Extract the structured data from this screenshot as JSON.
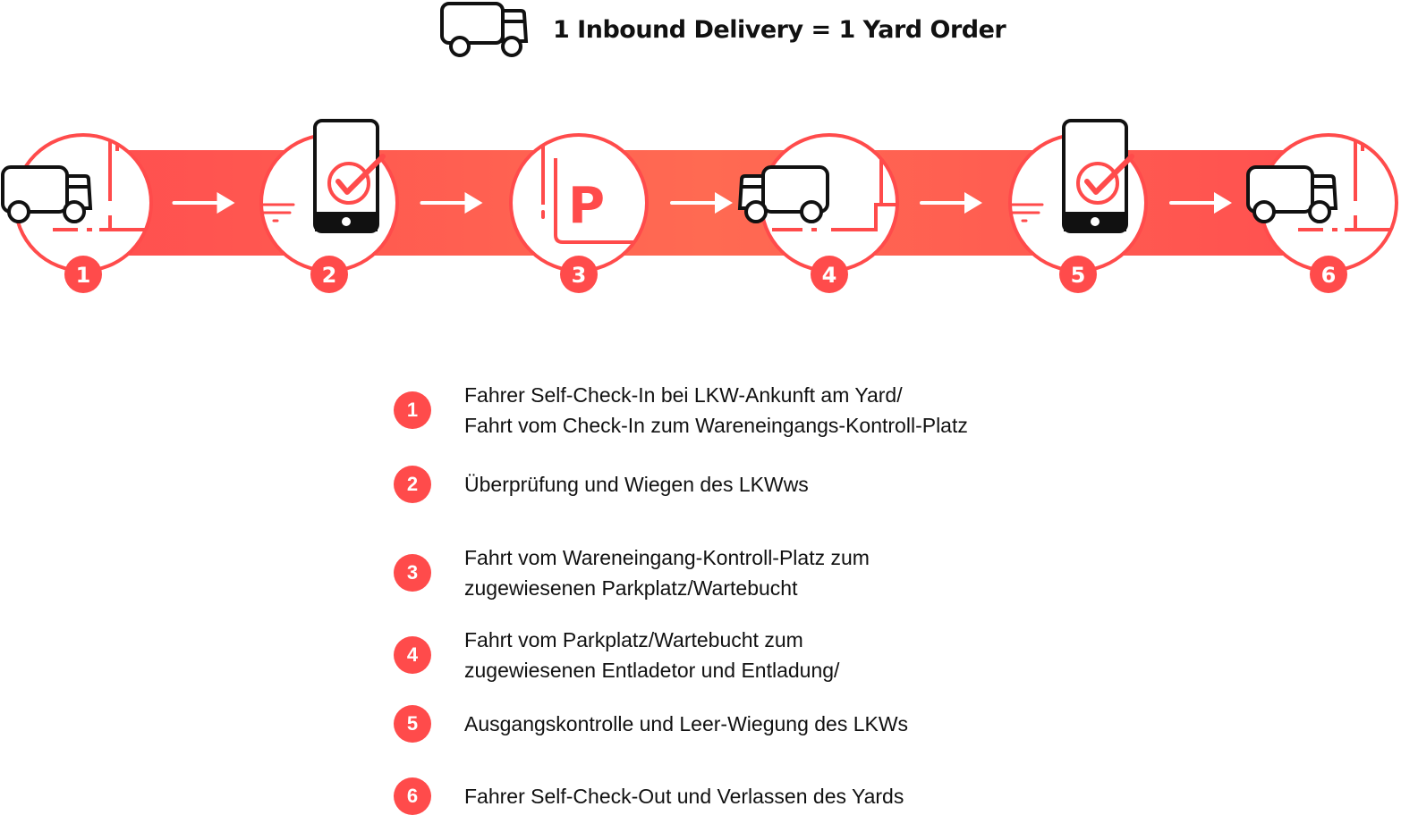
{
  "header": {
    "icon": "truck-icon",
    "title": "1 Inbound Delivery = 1 Yard Order"
  },
  "colors": {
    "accent": "#ff4b4b",
    "band_start": "#ff4f4f",
    "band_end": "#ff6a52",
    "icon_stroke": "#111111"
  },
  "steps": [
    {
      "number": "1",
      "icon": "truck-arriving-icon"
    },
    {
      "number": "2",
      "icon": "phone-check-icon"
    },
    {
      "number": "3",
      "icon": "parking-icon"
    },
    {
      "number": "4",
      "icon": "truck-unloading-icon"
    },
    {
      "number": "5",
      "icon": "phone-check-icon"
    },
    {
      "number": "6",
      "icon": "truck-leaving-icon"
    }
  ],
  "legend": [
    {
      "number": "1",
      "lines": [
        "Fahrer Self-Check-In bei LKW-Ankunft am Yard/",
        "Fahrt vom Check-In zum Wareneingangs-Kontroll-Platz"
      ]
    },
    {
      "number": "2",
      "lines": [
        "Überprüfung und Wiegen des LKWws"
      ]
    },
    {
      "number": "3",
      "lines": [
        "Fahrt vom Wareneingang-Kontroll-Platz zum",
        "zugewiesenen Parkplatz/Wartebucht"
      ]
    },
    {
      "number": "4",
      "lines": [
        "Fahrt vom Parkplatz/Wartebucht zum",
        "zugewiesenen Entladetor und Entladung/"
      ]
    },
    {
      "number": "5",
      "lines": [
        "Ausgangskontrolle und Leer-Wiegung des LKWs"
      ]
    },
    {
      "number": "6",
      "lines": [
        "Fahrer Self-Check-Out und Verlassen des Yards"
      ]
    }
  ]
}
